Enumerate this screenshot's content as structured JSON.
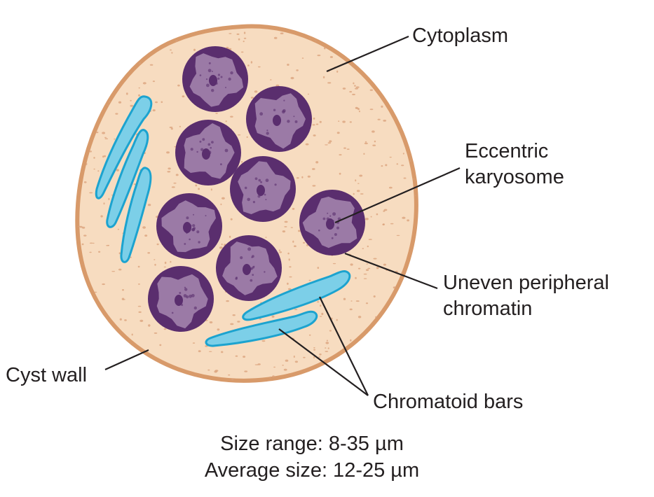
{
  "labels": {
    "cytoplasm": "Cytoplasm",
    "karyosome_line1": "Eccentric",
    "karyosome_line2": "karyosome",
    "chromatin_line1": "Uneven peripheral",
    "chromatin_line2": "chromatin",
    "cyst_wall": "Cyst wall",
    "chromatoid_bars": "Chromatoid bars"
  },
  "caption": {
    "size_range": "Size range: 8-35 µm",
    "average_size": "Average size: 12-25 µm"
  },
  "colors": {
    "cyst_wall": "#d89a6a",
    "cytoplasm": "#f7dcc0",
    "cytoplasm_speckle": "#d9a07a",
    "nucleus": "#5a2e6e",
    "nucleus_interior": "#9b7aa6",
    "chromatoid_fill": "#7ccfe8",
    "chromatoid_stroke": "#1ca3cf"
  },
  "structure": {
    "nucleus_count": 8,
    "chromatoid_bar_count": 5
  }
}
